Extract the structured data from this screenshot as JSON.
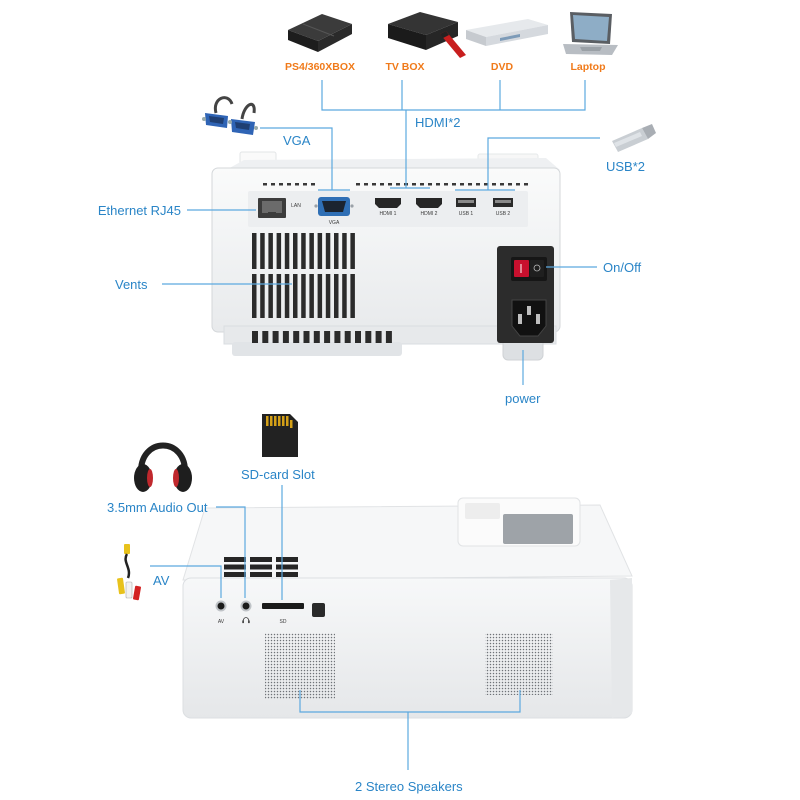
{
  "sources": [
    {
      "label": "PS4/360XBOX",
      "icon": "game-console-icon"
    },
    {
      "label": "TV BOX",
      "icon": "tv-box-icon"
    },
    {
      "label": "DVD",
      "icon": "dvd-player-icon"
    },
    {
      "label": "Laptop",
      "icon": "laptop-icon"
    }
  ],
  "callouts": {
    "hdmi": "HDMI*2",
    "vga": "VGA",
    "usb": "USB*2",
    "ethernet": "Ethernet RJ45",
    "vents": "Vents",
    "on_off": "On/Off",
    "power": "power",
    "sd_card": "SD-card Slot",
    "audio_out": "3.5mm Audio Out",
    "av": "AV",
    "speakers": "2 Stereo Speakers"
  },
  "port_labels": {
    "lan": "LAN",
    "vga": "VGA",
    "hdmi1": "HDMI 1",
    "hdmi2": "HDMI 2",
    "usb1": "USB 1",
    "usb2": "USB 2",
    "av": "AV",
    "sd": "SD"
  },
  "accessory_icons": [
    "vga-cable-icon",
    "usb-stick-icon",
    "headphones-icon",
    "sd-card-icon",
    "av-cable-icon",
    "headphone-jack-icon"
  ],
  "colors": {
    "source_label": "#f07a1a",
    "callout_text": "#2a85c7",
    "leader_line": "#5ca9df",
    "vga_port": "#2f6fb5",
    "power_switch": "#c8102e"
  }
}
